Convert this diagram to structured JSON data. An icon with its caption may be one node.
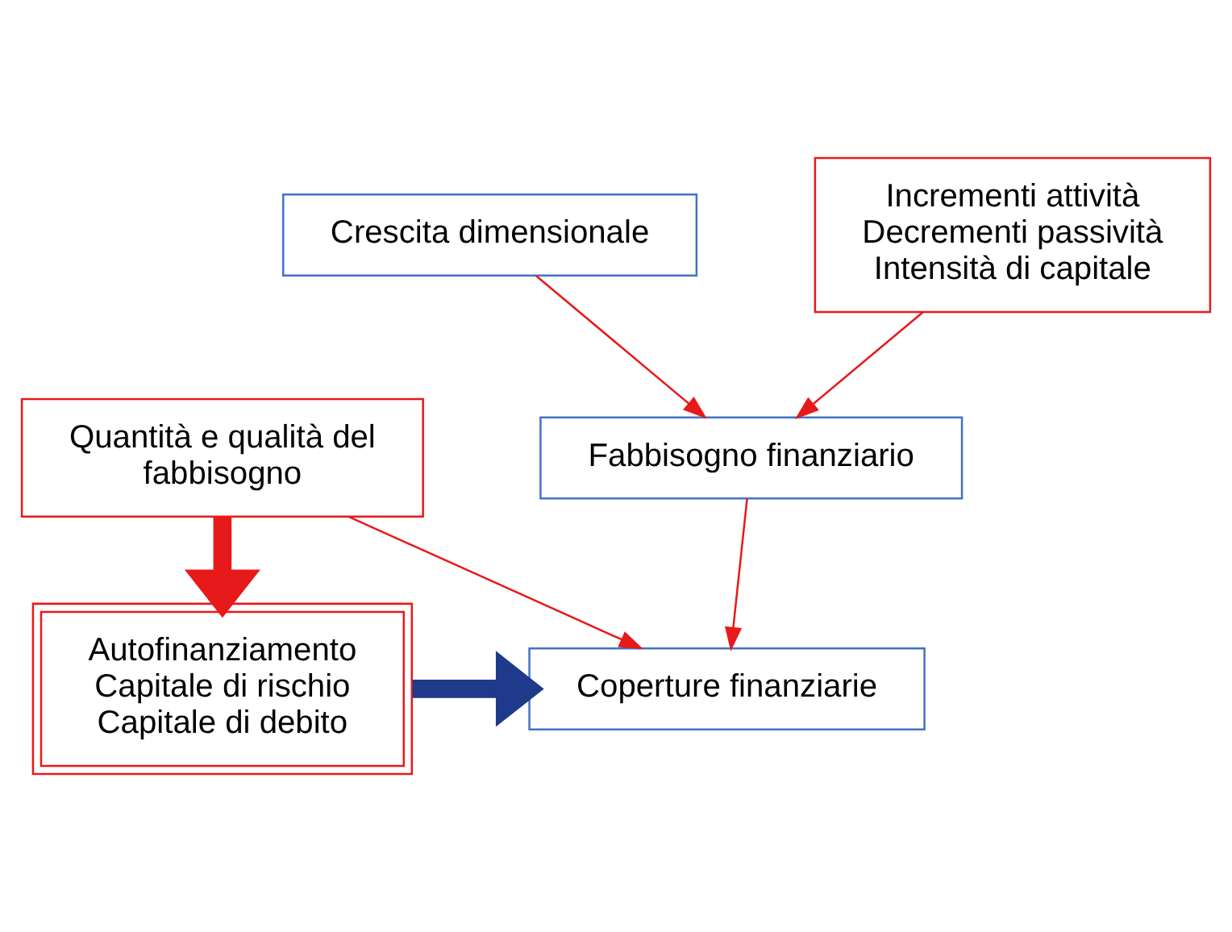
{
  "diagram": {
    "nodes": [
      {
        "text": [
          "Crescita dimensionale"
        ]
      },
      {
        "text": [
          "Fabbisogno finanziario"
        ]
      },
      {
        "text": [
          "Coperture finanziarie"
        ]
      },
      {
        "text": [
          "Incrementi attività",
          "Decrementi passività",
          "Intensità di capitale"
        ]
      },
      {
        "text": [
          "Quantità e qualità del fabbisogno"
        ]
      },
      {
        "text": [
          "Autofinanziamento",
          "Capitale di rischio",
          "Capitale di debito"
        ]
      }
    ],
    "edges": [
      {
        "from": 0,
        "to": 1,
        "arrow": "to"
      },
      {
        "from": 3,
        "to": 1,
        "arrow": "to"
      },
      {
        "from": 1,
        "to": 2,
        "arrow": "to"
      },
      {
        "from": 4,
        "to": 2,
        "arrow": "to"
      },
      {
        "from": 4,
        "to": 5,
        "arrow": "to",
        "style": "thick"
      },
      {
        "from": 5,
        "to": 2,
        "arrow": "to",
        "style": "thick",
        "color": "#1f3a8a"
      }
    ]
  }
}
